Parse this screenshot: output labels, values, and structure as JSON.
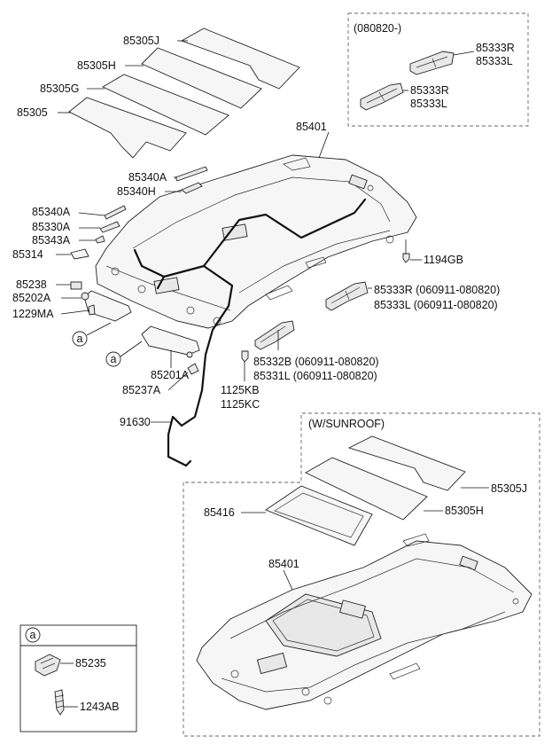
{
  "labels": {
    "p85305J": "85305J",
    "p85305H": "85305H",
    "p85305G": "85305G",
    "p85305": "85305",
    "p85401": "85401",
    "p85340A_1": "85340A",
    "p85340H": "85340H",
    "p85340A_2": "85340A",
    "p85330A": "85330A",
    "p85343A": "85343A",
    "p85314": "85314",
    "p85238": "85238",
    "p85202A": "85202A",
    "p1229MA": "1229MA",
    "p85201A": "85201A",
    "p85237A": "85237A",
    "p91630": "91630",
    "p1194GB": "1194GB",
    "p85333R_mid": "85333R (060911-080820)",
    "p85333L_mid": "85333L (060911-080820)",
    "p85332B": "85332B (060911-080820)",
    "p85331L": "85331L (060911-080820)",
    "p1125KB": "1125KB",
    "p1125KC": "1125KC",
    "circle_a": "a"
  },
  "inset_top": {
    "title": "(080820-)",
    "r1": "85333R",
    "l1": "85333L",
    "r2": "85333R",
    "l2": "85333L"
  },
  "inset_sunroof": {
    "title": "(W/SUNROOF)",
    "p85305J": "85305J",
    "p85305H": "85305H",
    "p85416": "85416",
    "p85401": "85401"
  },
  "inset_a": {
    "title": "a",
    "p85235": "85235",
    "p1243AB": "1243AB"
  }
}
